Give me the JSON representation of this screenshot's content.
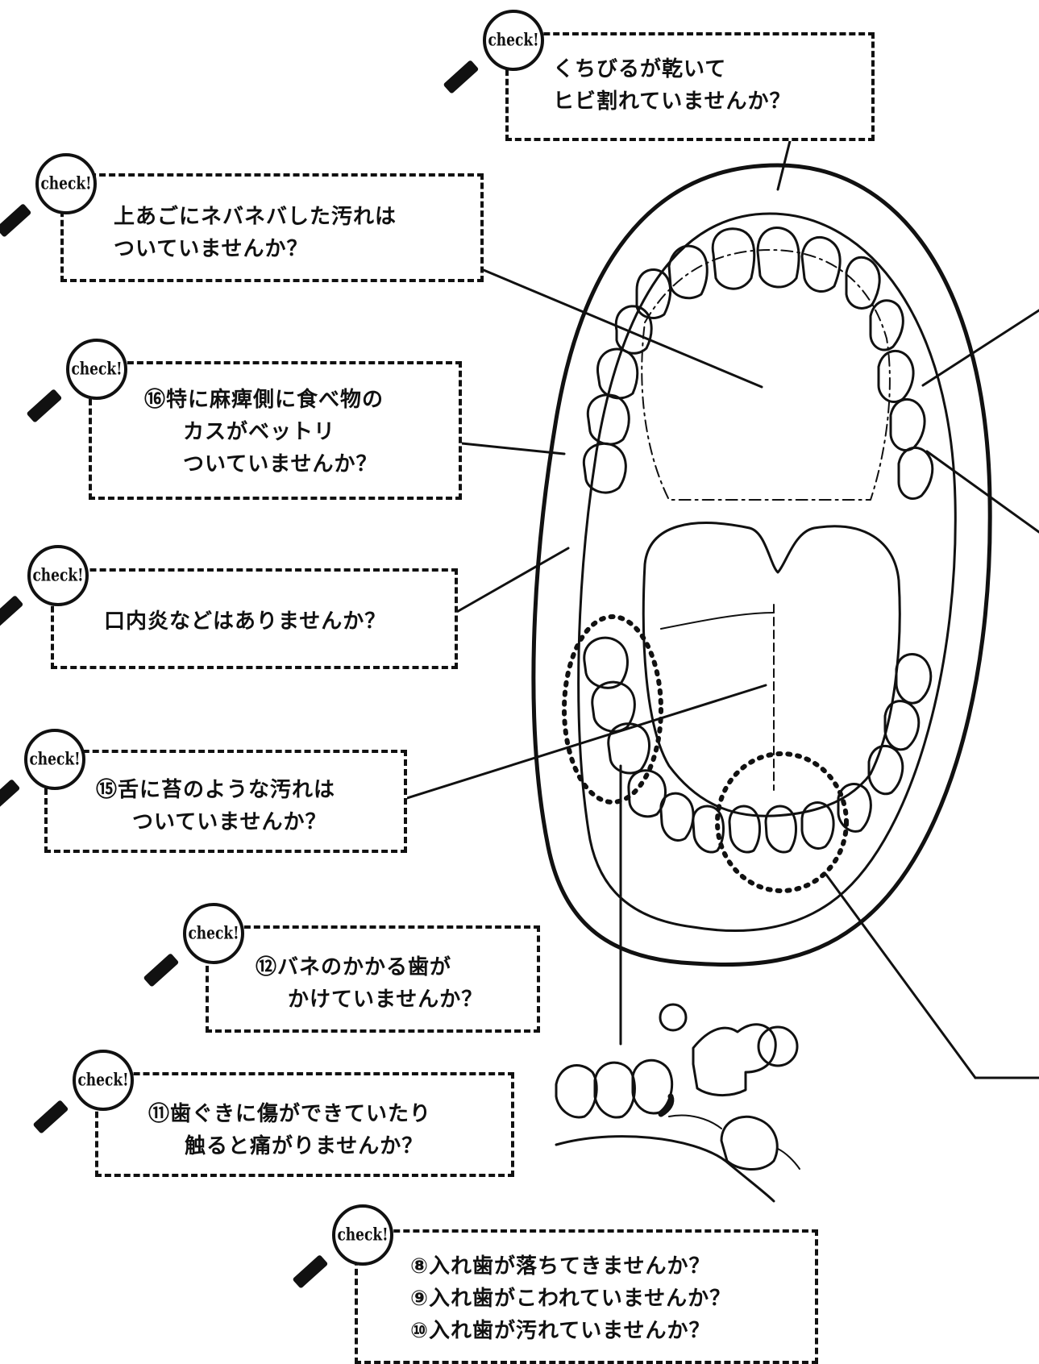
{
  "badge_text": "check!",
  "callouts": [
    {
      "id": "lips",
      "lines": [
        "くちびるが乾いて",
        "ヒビ割れていませんか？"
      ]
    },
    {
      "id": "palate",
      "lines": [
        "上あごにネバネバした汚れは",
        "ついていませんか？"
      ]
    },
    {
      "id": "paralysis",
      "lines": [
        "⑯特に麻痺側に食べ物の",
        "カスがベットリ",
        "ついていませんか？"
      ]
    },
    {
      "id": "stomatitis",
      "lines": [
        "口内炎などはありませんか？"
      ]
    },
    {
      "id": "tongue",
      "lines": [
        "⑮舌に苔のような汚れは",
        "ついていませんか？"
      ]
    },
    {
      "id": "clasp",
      "lines": [
        "⑫バネのかかる歯が",
        "かけていませんか？"
      ]
    },
    {
      "id": "gums",
      "lines": [
        "⑪歯ぐきに傷ができていたり",
        "触ると痛がりませんか？"
      ]
    },
    {
      "id": "denture",
      "lines": [
        "⑧入れ歯が落ちてきませんか？",
        "⑨入れ歯がこわれていませんか？",
        "⑩入れ歯が汚れていませんか？"
      ]
    }
  ]
}
